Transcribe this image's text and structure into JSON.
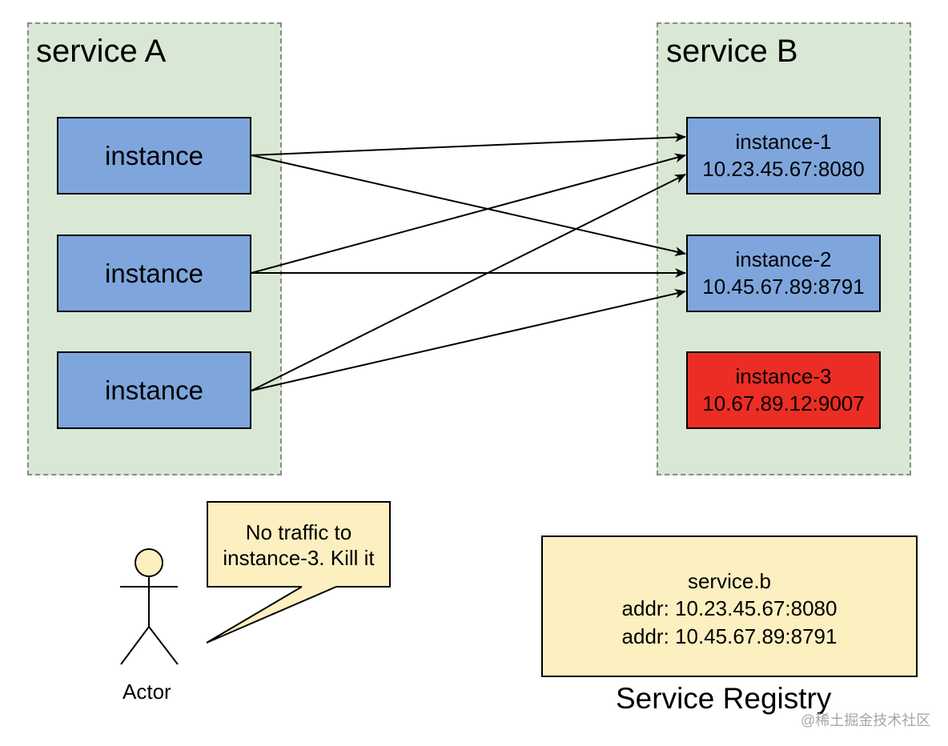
{
  "service_a": {
    "title": "service A",
    "instances": [
      "instance",
      "instance",
      "instance"
    ]
  },
  "service_b": {
    "title": "service B",
    "instances": [
      {
        "name": "instance-1",
        "addr": "10.23.45.67:8080",
        "status": "healthy"
      },
      {
        "name": "instance-2",
        "addr": "10.45.67.89:8791",
        "status": "healthy"
      },
      {
        "name": "instance-3",
        "addr": "10.67.89.12:9007",
        "status": "dead"
      }
    ]
  },
  "connections": [
    {
      "from": "service_a.instance.1",
      "to": "service_b.instance-1"
    },
    {
      "from": "service_a.instance.1",
      "to": "service_b.instance-2"
    },
    {
      "from": "service_a.instance.2",
      "to": "service_b.instance-1"
    },
    {
      "from": "service_a.instance.2",
      "to": "service_b.instance-2"
    },
    {
      "from": "service_a.instance.3",
      "to": "service_b.instance-1"
    },
    {
      "from": "service_a.instance.3",
      "to": "service_b.instance-2"
    }
  ],
  "actor": {
    "label": "Actor",
    "speech_line1": "No traffic to",
    "speech_line2": "instance-3. Kill it"
  },
  "registry": {
    "service": "service.b",
    "addr1": "addr: 10.23.45.67:8080",
    "addr2": "addr: 10.45.67.89:8791",
    "caption": "Service Registry"
  },
  "watermark": "@稀土掘金技术社区",
  "colors": {
    "group_fill": "#d8e8d5",
    "instance_fill": "#7ea6dd",
    "dead_instance_fill": "#ec2d24",
    "note_fill": "#fcefc0"
  }
}
